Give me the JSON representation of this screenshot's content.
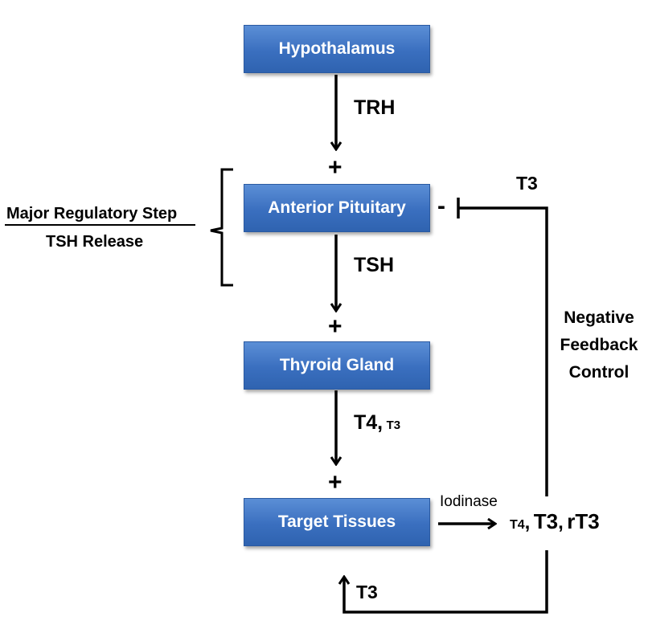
{
  "boxes": {
    "hypothalamus": "Hypothalamus",
    "anterior_pituitary": "Anterior Pituitary",
    "thyroid_gland": "Thyroid Gland",
    "target_tissues": "Target Tissues"
  },
  "arrows": {
    "trh": "TRH",
    "tsh": "TSH",
    "t4": "T4,",
    "t3_small": "T3",
    "iodinase": "Iodinase",
    "feedback_t3": "T3",
    "return_t3": "T3"
  },
  "signs": {
    "plus": "+",
    "minus": "-"
  },
  "products": {
    "t4": "T4",
    "comma1": ",",
    "t3": "T3",
    "comma2": ",",
    "rt3": "rT3"
  },
  "side_note": {
    "line1": "Major Regulatory Step",
    "line2": "TSH Release"
  },
  "feedback_label": {
    "line1": "Negative",
    "line2": "Feedback",
    "line3": "Control"
  }
}
